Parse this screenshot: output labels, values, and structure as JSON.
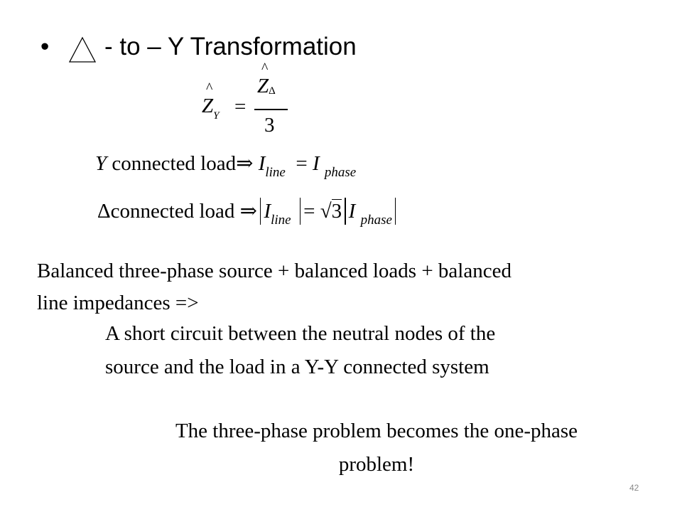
{
  "title": {
    "bullet": "•",
    "text": "- to – Y  Transformation",
    "symbol_icon": "triangle-outline-icon"
  },
  "equations": {
    "zy": {
      "lhs_var": "Z",
      "lhs_sub": "Y",
      "equals": "=",
      "num_var": "Z",
      "num_sub": "Δ",
      "den": "3"
    },
    "y_load": {
      "prefix": "Y",
      "text": "connected load",
      "arrow": "⇒",
      "lhs": "I",
      "lhs_sub": "line",
      "equals": "=",
      "rhs": "I",
      "rhs_sub": "phase"
    },
    "delta_load": {
      "prefix": "Δ",
      "text": "connected load",
      "arrow": "⇒",
      "lhs": "I",
      "lhs_sub": "line",
      "equals": "=",
      "sqrt": "√",
      "sqrt_arg": "3",
      "rhs": "I",
      "rhs_sub": "phase"
    }
  },
  "body": {
    "line1": "Balanced three-phase source + balanced loads + balanced",
    "line2": "line impedances =>",
    "line3": "A short circuit between the neutral nodes of the",
    "line4": "source and the load in a Y-Y connected system",
    "line5": "The three-phase problem becomes the one-phase",
    "line6": "problem!"
  },
  "page_number": "42"
}
